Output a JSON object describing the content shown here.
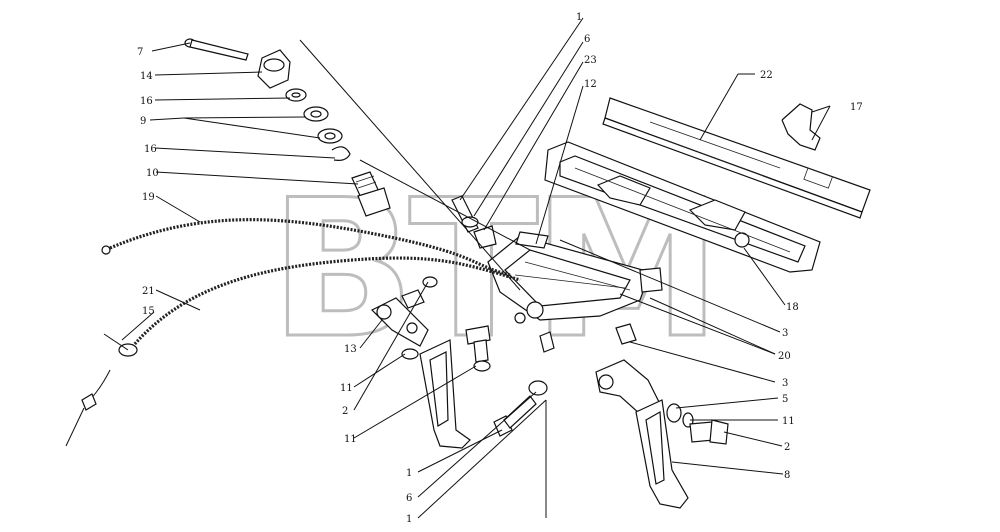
{
  "watermark": "BTM",
  "callouts": [
    "7",
    "14",
    "16",
    "9",
    "16",
    "10",
    "19",
    "21",
    "15",
    "13",
    "11",
    "2",
    "11",
    "1",
    "6",
    "1",
    "6",
    "23",
    "12",
    "22",
    "17",
    "18",
    "3",
    "20",
    "3",
    "5",
    "11",
    "2",
    "8"
  ]
}
